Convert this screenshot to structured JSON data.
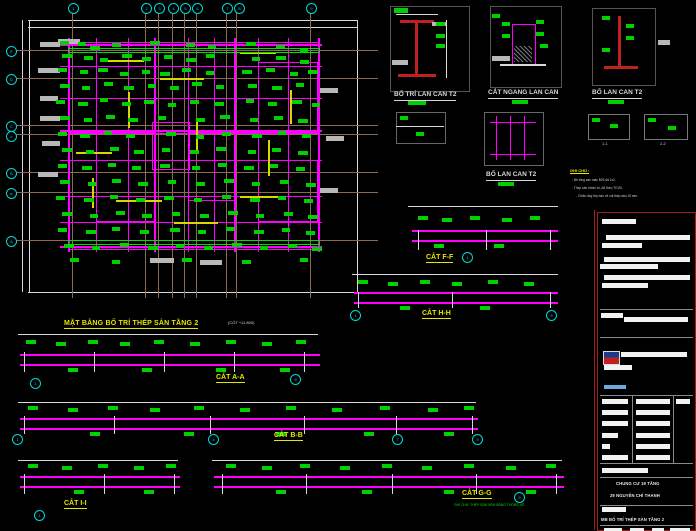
{
  "application": {
    "name": "CAD Drawing Viewer",
    "background_color": "#000000",
    "drawing_type": "Structural reinforcement shop drawing"
  },
  "palette": {
    "background": "#000000",
    "magenta": "#ff00ff",
    "green": "#00e000",
    "white": "#d8d8d8",
    "yellow": "#e8e800",
    "cyan": "#00d8d8",
    "red": "#a01818",
    "brown": "#8a6a50"
  },
  "views": {
    "plan": {
      "title": "MẶT BẰNG BỐ TRÍ THÉP SÀN TẦNG 2",
      "title_suffix": "(CỐT +11.800)",
      "grid_columns": [
        "1",
        "2",
        "3",
        "4",
        "5",
        "6",
        "7",
        "8",
        "9"
      ],
      "grid_rows": [
        "E",
        "D",
        "C",
        "C'",
        "B",
        "B'",
        "A"
      ]
    },
    "details": [
      {
        "id": "detail-lan-can-t2-left",
        "label": "BỐ TRÍ LAN CAN T2"
      },
      {
        "id": "detail-cat-ngang-lan-can",
        "label": "CẮT NGANG LAN CAN"
      },
      {
        "id": "detail-lan-can-t2-right",
        "label": "BỐ LAN CAN T2"
      },
      {
        "id": "detail-lan-can-t2-mid",
        "label": "BỐ LAN CAN T2"
      }
    ],
    "sections": [
      {
        "id": "section-ff",
        "label": "CẮT F-F"
      },
      {
        "id": "section-hh",
        "label": "CẮT H-H"
      },
      {
        "id": "section-aa",
        "label": "CẮT A-A"
      },
      {
        "id": "section-bb",
        "label": "CẮT B-B"
      },
      {
        "id": "section-ii",
        "label": "CẮT I-I"
      },
      {
        "id": "section-gg",
        "label": "CẮT G-G"
      }
    ],
    "small_details": [
      {
        "id": "detail-1-1",
        "label": "1-1"
      },
      {
        "id": "detail-2-2",
        "label": "2-2"
      }
    ]
  },
  "notes": {
    "heading": "GHI CHÚ :",
    "lines": [
      "- Bê tông sàn mác B25 đá 1x2.",
      "- Thép sàn nhóm AI, AII theo TCVN.",
      "- Chiều dày lớp bảo vệ cốt thép sàn 15 mm."
    ]
  },
  "title_block": {
    "project_line_1": "CHUNG CƯ 19 TẦNG",
    "project_line_2": "29 NGUYỄN CHÍ THANH",
    "drawing_title": "MB BỐ TRÍ THÉP SÀN TẦNG 2",
    "rows": [
      [
        "CHỦ ĐẦU TƯ",
        "",
        ""
      ],
      [
        "CHỦ NHIỆM",
        "",
        ""
      ],
      [
        "CHỦ TRÌ",
        "",
        ""
      ],
      [
        "T.KẾ",
        "",
        ""
      ],
      [
        "K.TRA",
        "",
        ""
      ],
      [
        "T.HIỆN",
        "",
        ""
      ]
    ]
  },
  "plan_callouts": {
    "rebar_top": [
      "Ø10a200",
      "Ø10a150",
      "Ø8a200",
      "Ø12a150",
      "Ø10a200"
    ],
    "rebar_bottom": [
      "Ø8a200",
      "Ø10a200",
      "Ø8a150",
      "Ø10a150"
    ],
    "levels": [
      "+11.800",
      "+11.500",
      "-0.050"
    ]
  },
  "section_callouts": {
    "marks": [
      "Ø10a200",
      "Ø8a200",
      "Ø12a150",
      "Ø10a150",
      "Ø8a150",
      "Ø14",
      "Ø16"
    ]
  },
  "green_footer_note": "GHI CHÚ: THÉP SÀN XEM BẢNG THỐNG KÊ"
}
